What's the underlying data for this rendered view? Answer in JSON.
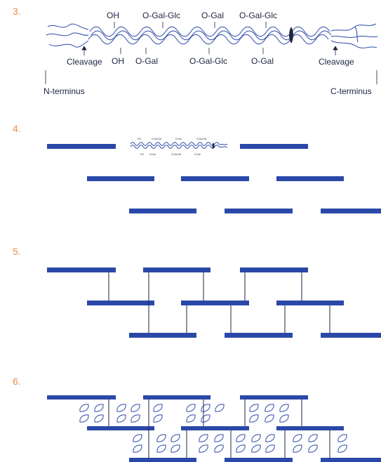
{
  "steps": {
    "step3": "3.",
    "step4": "4.",
    "step5": "5.",
    "step6": "6."
  },
  "molecule": {
    "top_labels": [
      "OH",
      "O-Gal-Glc",
      "O-Gal",
      "O-Gal-Glc"
    ],
    "bottom_labels": [
      "OH",
      "O-Gal",
      "O-Gal-Glc",
      "O-Gal"
    ],
    "cleavage_left": "Cleavage",
    "cleavage_right": "Cleavage",
    "n_terminus": "N-terminus",
    "c_terminus": "C-terminus"
  },
  "colors": {
    "fibril": "#2a48a8",
    "step_number": "#ee8a4a",
    "text": "#1d2440"
  }
}
